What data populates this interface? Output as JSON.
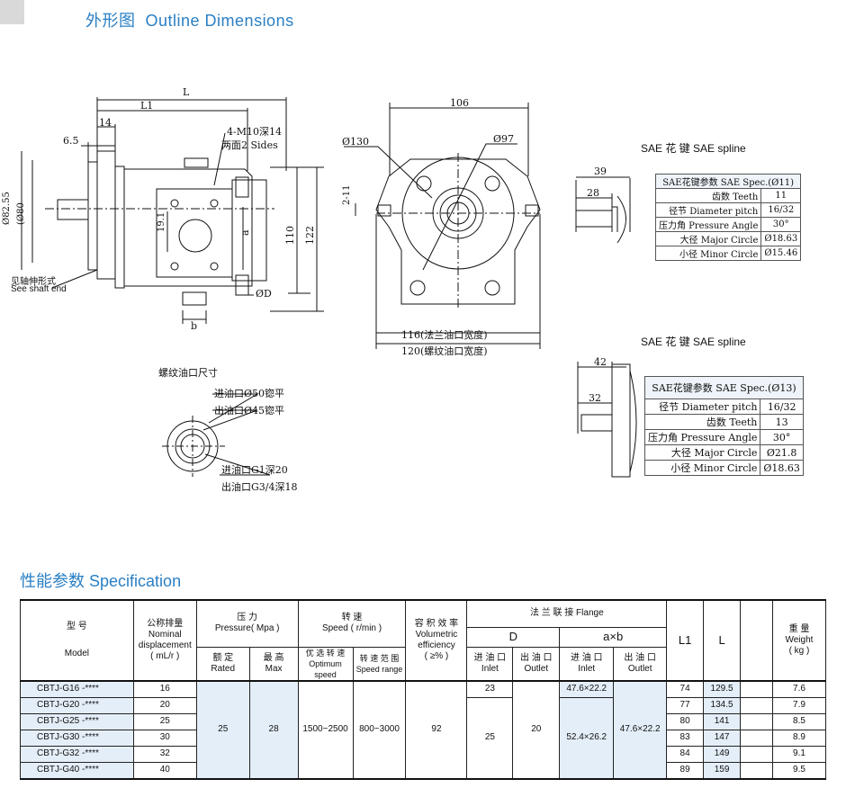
{
  "header": {
    "title_cn": "外形图",
    "title_en": "Outline Dimensions"
  },
  "drawing_left": {
    "L": "L",
    "L1": "L1",
    "d14": "14",
    "d65": "6.5",
    "bolt": "4-M10深14",
    "sides": "两面2 Sides",
    "d82": "Ø82.55",
    "d80": "(Ø80",
    "d191": "19.1",
    "a": "a",
    "b": "b",
    "d110": "110",
    "d122": "122",
    "phiD": "ØD",
    "shaft_cn": "见轴伸形式",
    "shaft_en": "See shaft end"
  },
  "drawing_mid": {
    "d106": "106",
    "d130": "Ø130",
    "d97": "Ø97",
    "d211": "2-11",
    "d116": "116(法兰油口宽度)",
    "d120": "120(螺纹油口宽度)"
  },
  "thread": {
    "title": "螺纹油口尺寸",
    "inlet_flat": "进油口Ø50锪平",
    "outlet_flat": "出油口Ø45锪平",
    "inlet_g": "进油口G1深20",
    "outlet_g": "出油口G3/4深18"
  },
  "sae11": {
    "title": "SAE 花 键  SAE spline",
    "d39": "39",
    "d28": "28",
    "header": "SAE花键参数 SAE Spec.(Ø11)",
    "rows": [
      {
        "k": "齿数 Teeth",
        "v": "11"
      },
      {
        "k": "径节 Diameter pitch",
        "v": "16/32"
      },
      {
        "k": "压力角 Pressure Angle",
        "v": "30°"
      },
      {
        "k": "大径 Major Circle",
        "v": "Ø18.63"
      },
      {
        "k": "小径 Minor Circle",
        "v": "Ø15.46"
      }
    ]
  },
  "sae13": {
    "title": "SAE 花 键  SAE spline",
    "d42": "42",
    "d32": "32",
    "header": "SAE花键参数 SAE Spec.(Ø13)",
    "rows": [
      {
        "k": "径节 Diameter pitch",
        "v": "16/32"
      },
      {
        "k": "齿数 Teeth",
        "v": "13"
      },
      {
        "k": "压力角 Pressure Angle",
        "v": "30°"
      },
      {
        "k": "大径 Major Circle",
        "v": "Ø21.8"
      },
      {
        "k": "小径 Minor Circle",
        "v": "Ø18.63"
      }
    ]
  },
  "spec": {
    "title_cn": "性能参数",
    "title_en": "Specification",
    "h_model_cn": "型    号",
    "h_model_en": "Model",
    "h_disp_cn": "公称排量",
    "h_disp_en1": "Nominal",
    "h_disp_en2": "displacement",
    "h_disp_unit": "( mL/r )",
    "h_press_cn": "压    力",
    "h_press_en": "Pressure( Mpa )",
    "h_rated_cn": "额 定",
    "h_rated_en": "Rated",
    "h_max_cn": "最 高",
    "h_max_en": "Max",
    "h_speed_cn": "转    速",
    "h_speed_en": "Speed  ( r/min )",
    "h_opt_cn": "优 选 转 速",
    "h_opt_en": "Optimum speed",
    "h_range_cn": "转 速 范 围",
    "h_range_en": "Speed range",
    "h_eff_cn": "容 积 效 率",
    "h_eff_en1": "Volumetric",
    "h_eff_en2": "efficiency",
    "h_eff_unit": "( ≥% )",
    "h_flange": "法 兰 联 接  Flange",
    "h_D": "D",
    "h_axb": "a×b",
    "h_inlet_cn": "进 油 口",
    "h_inlet_en": "Inlet",
    "h_outlet_cn": "出 油 口",
    "h_outlet_en": "Outlet",
    "h_L1": "L1",
    "h_L": "L",
    "h_weight_cn": "重    量",
    "h_weight_en": "Weight",
    "h_weight_unit": "( kg )",
    "rated": "25",
    "max": "28",
    "opt": "1500~2500",
    "range": "800~3000",
    "eff": "92",
    "D_outlet": "20",
    "axb_outlet": "47.6×22.2",
    "rows": [
      {
        "model": "CBTJ-G16 -****",
        "disp": "16",
        "D_in": "23",
        "axb_in": "47.6×22.2",
        "L1": "74",
        "L": "129.5",
        "w": "7.6"
      },
      {
        "model": "CBTJ-G20 -****",
        "disp": "20",
        "L1": "77",
        "L": "134.5",
        "w": "7.9"
      },
      {
        "model": "CBTJ-G25 -****",
        "disp": "25",
        "D_in": "25",
        "axb_in": "52.4×26.2",
        "L1": "80",
        "L": "141",
        "w": "8.5"
      },
      {
        "model": "CBTJ-G30 -****",
        "disp": "30",
        "L1": "83",
        "L": "147",
        "w": "8.9"
      },
      {
        "model": "CBTJ-G32 -****",
        "disp": "32",
        "L1": "84",
        "L": "149",
        "w": "9.1"
      },
      {
        "model": "CBTJ-G40 -****",
        "disp": "40",
        "L1": "89",
        "L": "159",
        "w": "9.5"
      }
    ]
  }
}
